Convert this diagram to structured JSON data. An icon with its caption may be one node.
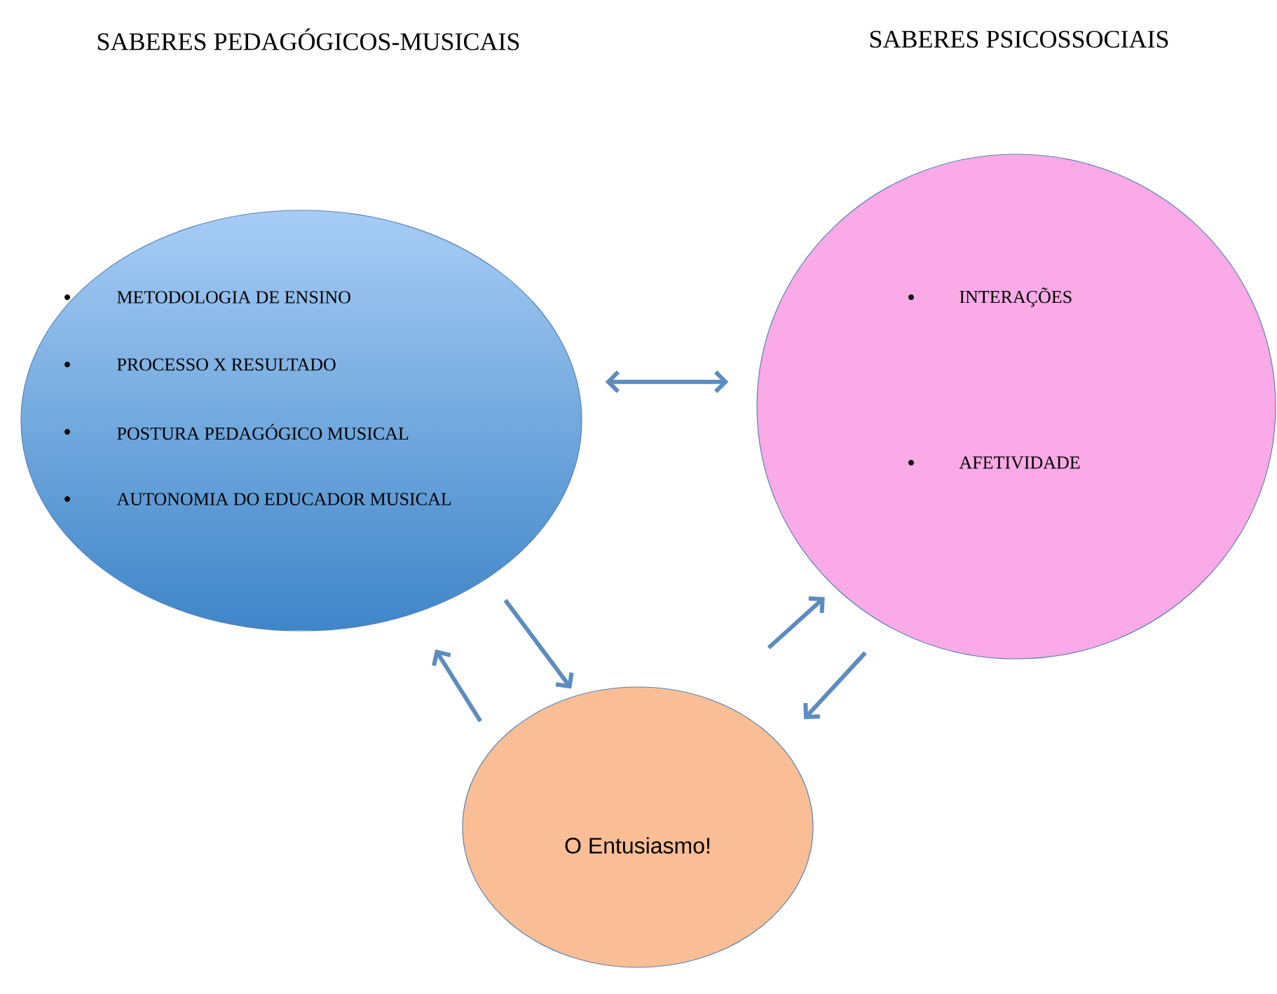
{
  "diagram": {
    "nodes": [
      {
        "text": [
          "METODOLOGIA DE ENSINO",
          "PROCESSO X RESULTADO",
          "POSTURA PEDAGÓGICO MUSICAL",
          "AUTONOMIA DO EDUCADOR MUSICAL"
        ]
      },
      {
        "text": [
          "INTERAÇÕES",
          "AFETIVIDADE"
        ]
      },
      {
        "text": [
          "O Entusiasmo!"
        ]
      }
    ],
    "edges": [
      {
        "from": 0,
        "to": 1,
        "arrow": "both"
      },
      {
        "from": 0,
        "to": 2,
        "arrow": "to"
      },
      {
        "from": 2,
        "to": 0,
        "arrow": "to"
      },
      {
        "from": 2,
        "to": 1,
        "arrow": "to"
      },
      {
        "from": 1,
        "to": 2,
        "arrow": "to"
      }
    ],
    "labels": [
      "SABERES PEDAGÓGICOS-MUSICAIS",
      "SABERES PSICOSSOCIAIS"
    ]
  }
}
